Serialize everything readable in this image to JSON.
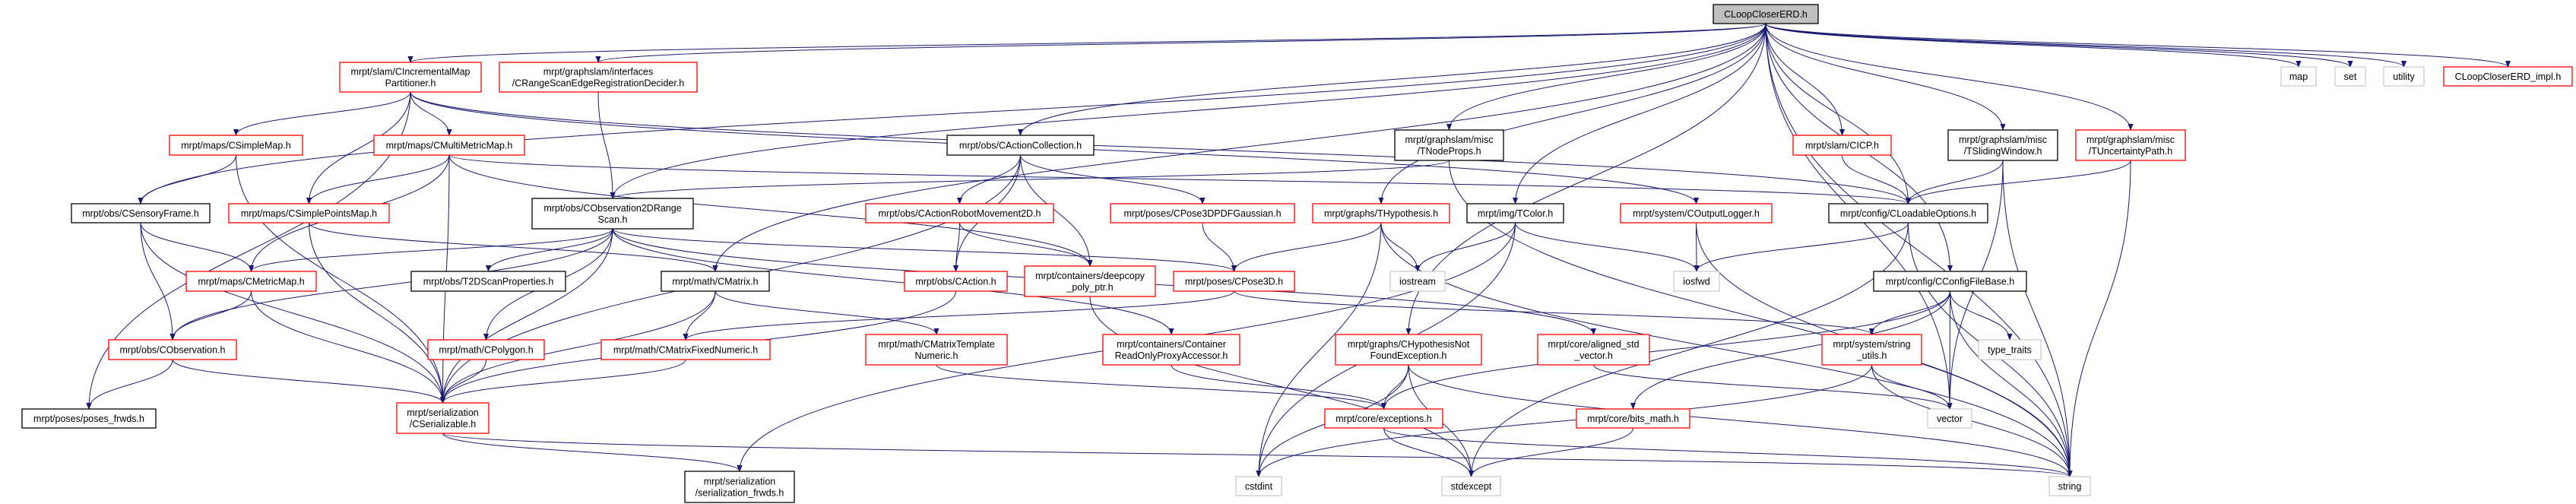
{
  "graph_title": "CLoopCloserERD.h",
  "colors": {
    "edge": "#191970",
    "red_border": "#ff0000",
    "black_border": "#000000",
    "grey_border": "#bfbfbf",
    "root_fill": "#bfbfbf"
  },
  "nodes": [
    {
      "id": "root",
      "label": [
        "CLoopCloserERD.h"
      ],
      "style": "root"
    },
    {
      "id": "map",
      "label": [
        "map"
      ],
      "style": "grey"
    },
    {
      "id": "set",
      "label": [
        "set"
      ],
      "style": "grey"
    },
    {
      "id": "utility",
      "label": [
        "utility"
      ],
      "style": "grey"
    },
    {
      "id": "impl",
      "label": [
        "CLoopCloserERD_impl.h"
      ],
      "style": "red"
    },
    {
      "id": "incmap",
      "label": [
        "mrpt/slam/CIncrementalMap",
        "Partitioner.h"
      ],
      "style": "red"
    },
    {
      "id": "rangescan",
      "label": [
        "mrpt/graphslam/interfaces",
        "/CRangeScanEdgeRegistrationDecider.h"
      ],
      "style": "red"
    },
    {
      "id": "simplemap",
      "label": [
        "mrpt/maps/CSimpleMap.h"
      ],
      "style": "red"
    },
    {
      "id": "multimetric",
      "label": [
        "mrpt/maps/CMultiMetricMap.h"
      ],
      "style": "red"
    },
    {
      "id": "sensoryframe",
      "label": [
        "mrpt/obs/CSensoryFrame.h"
      ],
      "style": "black"
    },
    {
      "id": "simplepoints",
      "label": [
        "mrpt/maps/CSimplePointsMap.h"
      ],
      "style": "red"
    },
    {
      "id": "obs2d",
      "label": [
        "mrpt/obs/CObservation2DRange",
        "Scan.h"
      ],
      "style": "black"
    },
    {
      "id": "metricmap",
      "label": [
        "mrpt/maps/CMetricMap.h"
      ],
      "style": "red"
    },
    {
      "id": "t2d",
      "label": [
        "mrpt/obs/T2DScanProperties.h"
      ],
      "style": "black"
    },
    {
      "id": "cmatrix",
      "label": [
        "mrpt/math/CMatrix.h"
      ],
      "style": "black"
    },
    {
      "id": "cobservation",
      "label": [
        "mrpt/obs/CObservation.h"
      ],
      "style": "red"
    },
    {
      "id": "cpolygon",
      "label": [
        "mrpt/math/CPolygon.h"
      ],
      "style": "red"
    },
    {
      "id": "fixednumeric",
      "label": [
        "mrpt/math/CMatrixFixedNumeric.h"
      ],
      "style": "red"
    },
    {
      "id": "posesfrwds",
      "label": [
        "mrpt/poses/poses_frwds.h"
      ],
      "style": "black"
    },
    {
      "id": "serializable",
      "label": [
        "mrpt/serialization",
        "/CSerializable.h"
      ],
      "style": "red"
    },
    {
      "id": "serfrwds",
      "label": [
        "mrpt/serialization",
        "/serialization_frwds.h"
      ],
      "style": "black"
    },
    {
      "id": "actioncoll",
      "label": [
        "mrpt/obs/CActionCollection.h"
      ],
      "style": "black"
    },
    {
      "id": "nodeprops",
      "label": [
        "mrpt/graphslam/misc",
        "/TNodeProps.h"
      ],
      "style": "black"
    },
    {
      "id": "robotmove",
      "label": [
        "mrpt/obs/CActionRobotMovement2D.h"
      ],
      "style": "red"
    },
    {
      "id": "pose3dpdf",
      "label": [
        "mrpt/poses/CPose3DPDFGaussian.h"
      ],
      "style": "red"
    },
    {
      "id": "thypothesis",
      "label": [
        "mrpt/graphs/THypothesis.h"
      ],
      "style": "red"
    },
    {
      "id": "tcolor",
      "label": [
        "mrpt/img/TColor.h"
      ],
      "style": "black"
    },
    {
      "id": "outputlogger",
      "label": [
        "mrpt/system/COutputLogger.h"
      ],
      "style": "red"
    },
    {
      "id": "caction",
      "label": [
        "mrpt/obs/CAction.h"
      ],
      "style": "red"
    },
    {
      "id": "deepcopy",
      "label": [
        "mrpt/containers/deepcopy",
        "_poly_ptr.h"
      ],
      "style": "red"
    },
    {
      "id": "cpose3d",
      "label": [
        "mrpt/poses/CPose3D.h"
      ],
      "style": "red"
    },
    {
      "id": "iostream",
      "label": [
        "iostream"
      ],
      "style": "grey"
    },
    {
      "id": "iosfwd",
      "label": [
        "iosfwd"
      ],
      "style": "grey"
    },
    {
      "id": "templatenumeric",
      "label": [
        "mrpt/math/CMatrixTemplate",
        "Numeric.h"
      ],
      "style": "red"
    },
    {
      "id": "proxyaccessor",
      "label": [
        "mrpt/containers/Container",
        "ReadOnlyProxyAccessor.h"
      ],
      "style": "red"
    },
    {
      "id": "hypnotfound",
      "label": [
        "mrpt/graphs/CHypothesisNot",
        "FoundException.h"
      ],
      "style": "red"
    },
    {
      "id": "alignedvec",
      "label": [
        "mrpt/core/aligned_std",
        "_vector.h"
      ],
      "style": "red"
    },
    {
      "id": "exceptions",
      "label": [
        "mrpt/core/exceptions.h"
      ],
      "style": "red"
    },
    {
      "id": "bitsmath",
      "label": [
        "mrpt/core/bits_math.h"
      ],
      "style": "red"
    },
    {
      "id": "cstdint",
      "label": [
        "cstdint"
      ],
      "style": "grey"
    },
    {
      "id": "stdexcept",
      "label": [
        "stdexcept"
      ],
      "style": "grey"
    },
    {
      "id": "cicp",
      "label": [
        "mrpt/slam/CICP.h"
      ],
      "style": "red"
    },
    {
      "id": "slidingwindow",
      "label": [
        "mrpt/graphslam/misc",
        "/TSlidingWindow.h"
      ],
      "style": "black"
    },
    {
      "id": "uncertainty",
      "label": [
        "mrpt/graphslam/misc",
        "/TUncertaintyPath.h"
      ],
      "style": "red"
    },
    {
      "id": "loadable",
      "label": [
        "mrpt/config/CLoadableOptions.h"
      ],
      "style": "black"
    },
    {
      "id": "configfile",
      "label": [
        "mrpt/config/CConfigFileBase.h"
      ],
      "style": "black"
    },
    {
      "id": "stringutils",
      "label": [
        "mrpt/system/string",
        "_utils.h"
      ],
      "style": "red"
    },
    {
      "id": "typetraits",
      "label": [
        "type_traits"
      ],
      "style": "grey"
    },
    {
      "id": "vector",
      "label": [
        "vector"
      ],
      "style": "grey"
    },
    {
      "id": "string",
      "label": [
        "string"
      ],
      "style": "grey"
    }
  ],
  "edges": [
    [
      "root",
      "incmap"
    ],
    [
      "root",
      "rangescan"
    ],
    [
      "root",
      "sensoryframe"
    ],
    [
      "root",
      "obs2d"
    ],
    [
      "root",
      "actioncoll"
    ],
    [
      "root",
      "cmatrix"
    ],
    [
      "root",
      "nodeprops"
    ],
    [
      "root",
      "thypothesis"
    ],
    [
      "root",
      "tcolor"
    ],
    [
      "root",
      "hypnotfound"
    ],
    [
      "root",
      "cicp"
    ],
    [
      "root",
      "slidingwindow"
    ],
    [
      "root",
      "uncertainty"
    ],
    [
      "root",
      "loadable"
    ],
    [
      "root",
      "configfile"
    ],
    [
      "root",
      "vector"
    ],
    [
      "root",
      "string"
    ],
    [
      "root",
      "map"
    ],
    [
      "root",
      "set"
    ],
    [
      "root",
      "utility"
    ],
    [
      "root",
      "impl"
    ],
    [
      "incmap",
      "simplemap"
    ],
    [
      "incmap",
      "multimetric"
    ],
    [
      "incmap",
      "simplepoints"
    ],
    [
      "incmap",
      "posesfrwds"
    ],
    [
      "incmap",
      "loadable"
    ],
    [
      "incmap",
      "outputlogger"
    ],
    [
      "rangescan",
      "obs2d"
    ],
    [
      "simplemap",
      "sensoryframe"
    ],
    [
      "simplemap",
      "serializable"
    ],
    [
      "multimetric",
      "simplepoints"
    ],
    [
      "multimetric",
      "metricmap"
    ],
    [
      "multimetric",
      "serializable"
    ],
    [
      "multimetric",
      "loadable"
    ],
    [
      "multimetric",
      "deepcopy"
    ],
    [
      "sensoryframe",
      "metricmap"
    ],
    [
      "sensoryframe",
      "cobservation"
    ],
    [
      "sensoryframe",
      "serializable"
    ],
    [
      "simplepoints",
      "serializable"
    ],
    [
      "simplepoints",
      "cmatrix"
    ],
    [
      "obs2d",
      "metricmap"
    ],
    [
      "obs2d",
      "cobservation"
    ],
    [
      "obs2d",
      "t2d"
    ],
    [
      "obs2d",
      "cpolygon"
    ],
    [
      "obs2d",
      "serializable"
    ],
    [
      "obs2d",
      "cpose3d"
    ],
    [
      "obs2d",
      "proxyaccessor"
    ],
    [
      "obs2d",
      "alignedvec"
    ],
    [
      "metricmap",
      "cobservation"
    ],
    [
      "metricmap",
      "serializable"
    ],
    [
      "cobservation",
      "posesfrwds"
    ],
    [
      "cobservation",
      "serializable"
    ],
    [
      "cmatrix",
      "fixednumeric"
    ],
    [
      "cmatrix",
      "templatenumeric"
    ],
    [
      "cmatrix",
      "serializable"
    ],
    [
      "cpolygon",
      "serializable"
    ],
    [
      "fixednumeric",
      "serializable"
    ],
    [
      "serializable",
      "serfrwds"
    ],
    [
      "serializable",
      "string"
    ],
    [
      "actioncoll",
      "robotmove"
    ],
    [
      "actioncoll",
      "pose3dpdf"
    ],
    [
      "actioncoll",
      "deepcopy"
    ],
    [
      "actioncoll",
      "caction"
    ],
    [
      "actioncoll",
      "serializable"
    ],
    [
      "nodeprops",
      "obs2d"
    ],
    [
      "nodeprops",
      "string"
    ],
    [
      "robotmove",
      "caction"
    ],
    [
      "robotmove",
      "deepcopy"
    ],
    [
      "pose3dpdf",
      "cpose3d"
    ],
    [
      "thypothesis",
      "cpose3d"
    ],
    [
      "thypothesis",
      "iostream"
    ],
    [
      "thypothesis",
      "cstdint"
    ],
    [
      "thypothesis",
      "string"
    ],
    [
      "tcolor",
      "iostream"
    ],
    [
      "tcolor",
      "iosfwd"
    ],
    [
      "tcolor",
      "cstdint"
    ],
    [
      "tcolor",
      "serfrwds"
    ],
    [
      "outputlogger",
      "iosfwd"
    ],
    [
      "outputlogger",
      "string"
    ],
    [
      "caction",
      "serializable"
    ],
    [
      "cpose3d",
      "fixednumeric"
    ],
    [
      "cpose3d",
      "stringutils"
    ],
    [
      "deepcopy",
      "stdexcept"
    ],
    [
      "templatenumeric",
      "exceptions"
    ],
    [
      "proxyaccessor",
      "exceptions"
    ],
    [
      "hypnotfound",
      "exceptions"
    ],
    [
      "hypnotfound",
      "cstdint"
    ],
    [
      "hypnotfound",
      "stdexcept"
    ],
    [
      "hypnotfound",
      "string"
    ],
    [
      "alignedvec",
      "vector"
    ],
    [
      "exceptions",
      "stdexcept"
    ],
    [
      "exceptions",
      "string"
    ],
    [
      "bitsmath",
      "stdexcept"
    ],
    [
      "cicp",
      "loadable"
    ],
    [
      "slidingwindow",
      "loadable"
    ],
    [
      "slidingwindow",
      "vector"
    ],
    [
      "slidingwindow",
      "string"
    ],
    [
      "uncertainty",
      "loadable"
    ],
    [
      "uncertainty",
      "string"
    ],
    [
      "loadable",
      "iosfwd"
    ],
    [
      "loadable",
      "string"
    ],
    [
      "loadable",
      "stdexcept"
    ],
    [
      "configfile",
      "exceptions"
    ],
    [
      "configfile",
      "stringutils"
    ],
    [
      "configfile",
      "bitsmath"
    ],
    [
      "configfile",
      "typetraits"
    ],
    [
      "configfile",
      "vector"
    ],
    [
      "configfile",
      "string"
    ],
    [
      "stringutils",
      "vector"
    ],
    [
      "stringutils",
      "string"
    ],
    [
      "stringutils",
      "cstdint"
    ]
  ]
}
